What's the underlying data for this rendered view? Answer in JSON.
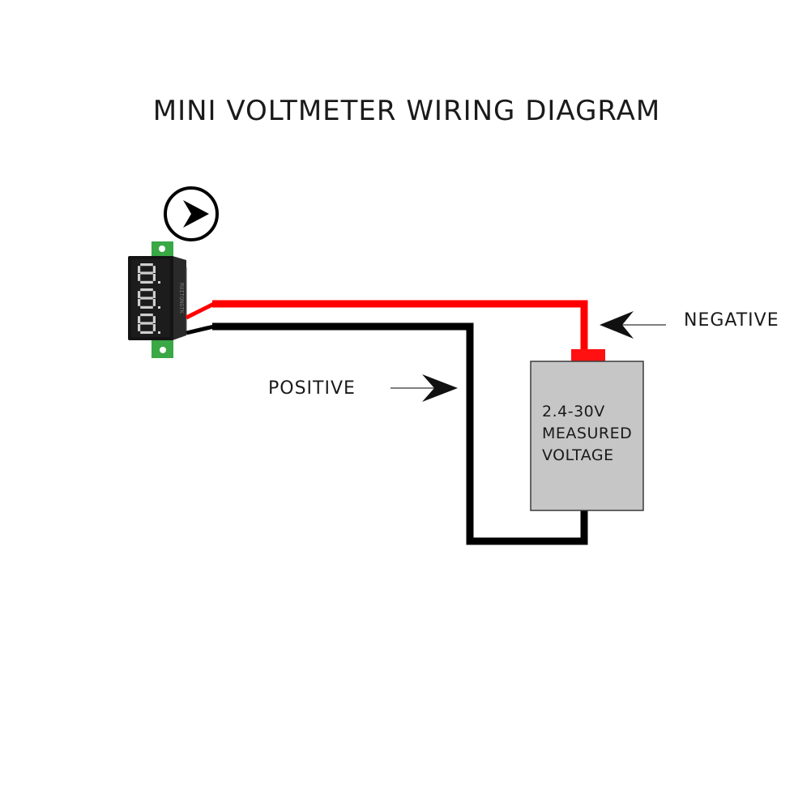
{
  "title": "MINI VOLTMETER WIRING DIAGRAM",
  "labels": {
    "negative": "NEGATIVE",
    "positive": "POSITIVE"
  },
  "source_box": {
    "lines": [
      "2.4-30V",
      "MEASURED",
      "VOLTAGE"
    ]
  },
  "voltmeter": {
    "display": "8.8.8",
    "side_marking": "RUITONGTK"
  },
  "icons": {
    "direction": "play-arrow-circle-icon",
    "pointer": "arrowhead-icon"
  },
  "colors": {
    "red_wire": "#ff0000",
    "black_wire": "#000000",
    "box_fill": "#c6c6c6",
    "box_border": "#3a3a3a",
    "pcb_green": "#3aa845",
    "meter_body": "#141414"
  }
}
